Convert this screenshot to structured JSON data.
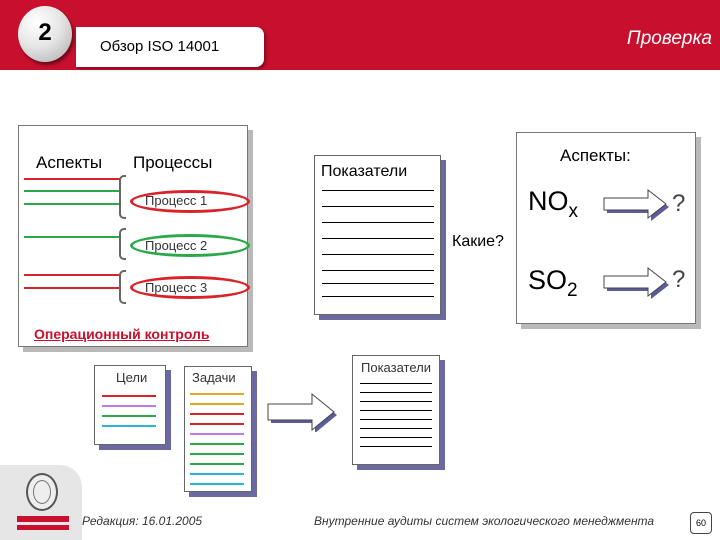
{
  "header": {
    "slide_number": "2",
    "title": "Обзор ISO 14001",
    "section": "Проверка"
  },
  "left_panel": {
    "aspects_heading": "Аспекты",
    "processes_heading": "Процессы",
    "processes": [
      {
        "label": "Процесс 1",
        "color": "#d8232a"
      },
      {
        "label": "Процесс 2",
        "color": "#2aa84a"
      },
      {
        "label": "Процесс 3",
        "color": "#d8232a"
      }
    ],
    "operational_control": "Операционный контроль"
  },
  "middle": {
    "indicators_heading": "Показатели",
    "which_question": "Какие?"
  },
  "right_panel": {
    "aspects_heading": "Аспекты:",
    "items": [
      {
        "base": "NO",
        "sub": "x",
        "result": "?"
      },
      {
        "base": "SO",
        "sub": "2",
        "result": "?"
      }
    ]
  },
  "bottom": {
    "goals_label": "Цели",
    "tasks_label": "Задачи",
    "indicators_label": "Показатели"
  },
  "footer": {
    "revision": "Редакция: 16.01.2005",
    "course": "Внутренние аудиты систем экологического менеджмента",
    "page": "60"
  },
  "colors": {
    "brand_red": "#c8102e",
    "line_red": "#d8232a",
    "line_green": "#2aa84a",
    "arrow_blue": "#5c5c9a"
  }
}
